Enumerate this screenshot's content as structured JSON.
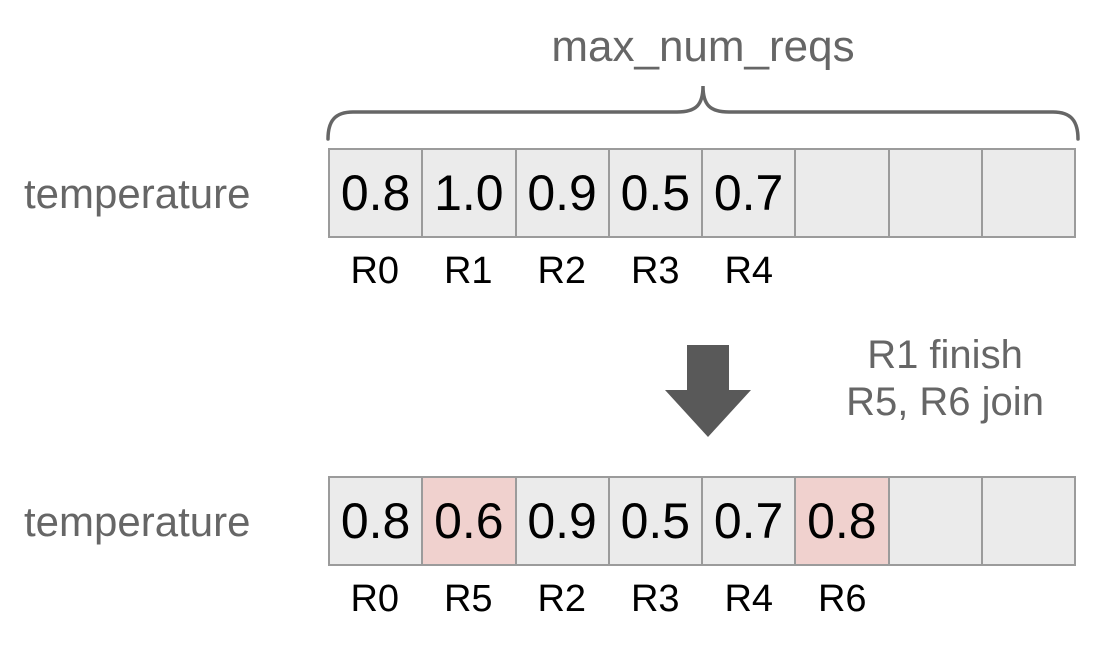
{
  "colors": {
    "background": "#ffffff",
    "cell_fill": "#ebebeb",
    "cell_highlight": "#f0d1ce",
    "cell_border": "#9b9b9b",
    "muted_text": "#666666",
    "value_text": "#000000",
    "arrow": "#595959",
    "brace": "#666666"
  },
  "brace_label": "max_num_reqs",
  "arrays": [
    {
      "row_label": "temperature",
      "cells": [
        {
          "value": "0.8",
          "highlight": false
        },
        {
          "value": "1.0",
          "highlight": false
        },
        {
          "value": "0.9",
          "highlight": false
        },
        {
          "value": "0.5",
          "highlight": false
        },
        {
          "value": "0.7",
          "highlight": false
        },
        {
          "value": "",
          "highlight": false
        },
        {
          "value": "",
          "highlight": false
        },
        {
          "value": "",
          "highlight": false
        }
      ],
      "labels": [
        "R0",
        "R1",
        "R2",
        "R3",
        "R4",
        "",
        "",
        ""
      ]
    },
    {
      "row_label": "temperature",
      "cells": [
        {
          "value": "0.8",
          "highlight": false
        },
        {
          "value": "0.6",
          "highlight": true
        },
        {
          "value": "0.9",
          "highlight": false
        },
        {
          "value": "0.5",
          "highlight": false
        },
        {
          "value": "0.7",
          "highlight": false
        },
        {
          "value": "0.8",
          "highlight": true
        },
        {
          "value": "",
          "highlight": false
        },
        {
          "value": "",
          "highlight": false
        }
      ],
      "labels": [
        "R0",
        "R5",
        "R2",
        "R3",
        "R4",
        "R6",
        "",
        ""
      ]
    }
  ],
  "transition": {
    "arrow_icon": "down-arrow",
    "lines": [
      "R1 finish",
      "R5, R6 join"
    ]
  }
}
